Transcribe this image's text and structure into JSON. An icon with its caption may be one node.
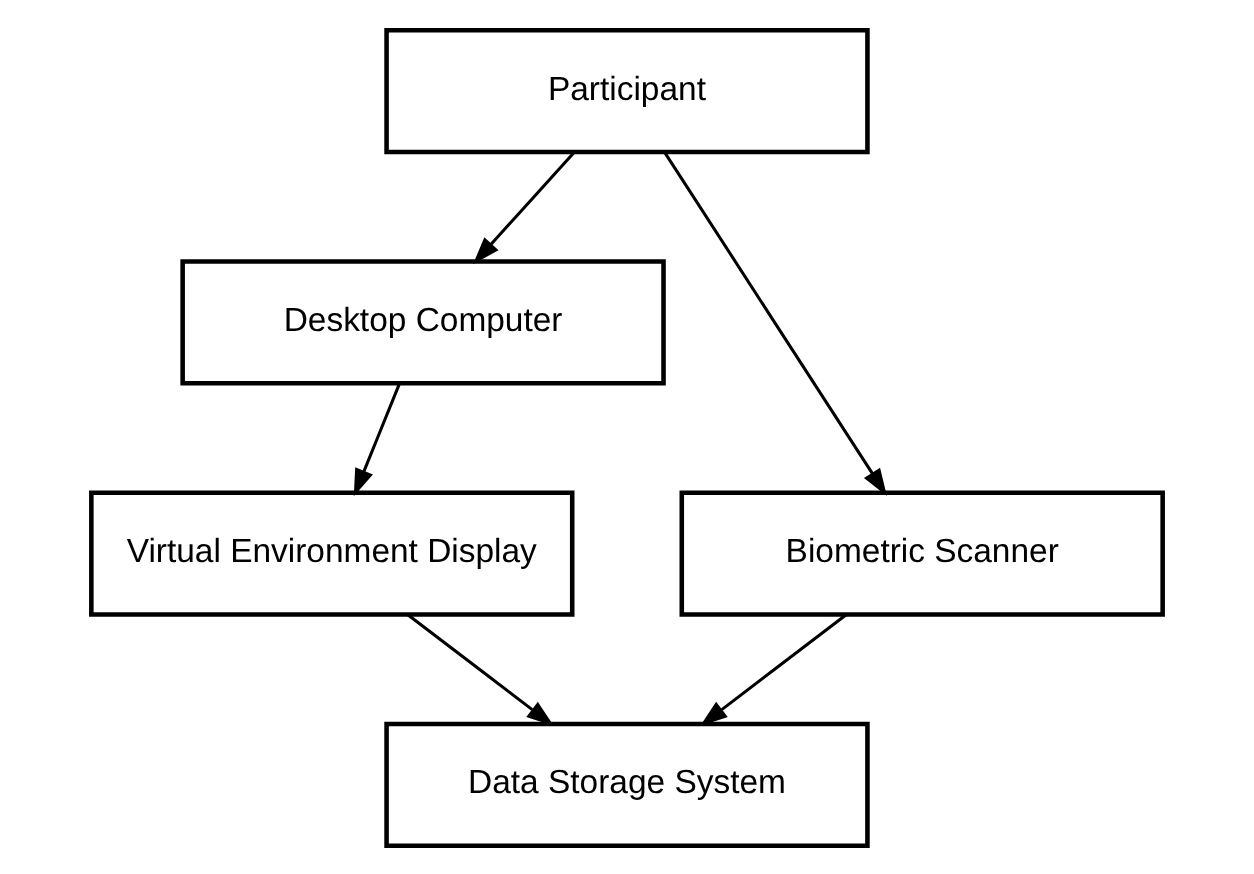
{
  "diagram": {
    "nodes": [
      {
        "text": [
          "Participant"
        ]
      },
      {
        "text": [
          "Desktop Computer"
        ]
      },
      {
        "text": [
          "Biometric Scanner"
        ]
      },
      {
        "text": [
          "Virtual Environment Display"
        ]
      },
      {
        "text": [
          "Data Storage System"
        ]
      }
    ],
    "edges": [
      {
        "from": 0,
        "to": 2,
        "arrow": "to"
      },
      {
        "from": 0,
        "to": 1,
        "arrow": "to"
      },
      {
        "from": 1,
        "to": 3,
        "arrow": "to"
      },
      {
        "from": 2,
        "to": 4,
        "arrow": "to"
      },
      {
        "from": 3,
        "to": 4,
        "arrow": "to"
      }
    ]
  }
}
